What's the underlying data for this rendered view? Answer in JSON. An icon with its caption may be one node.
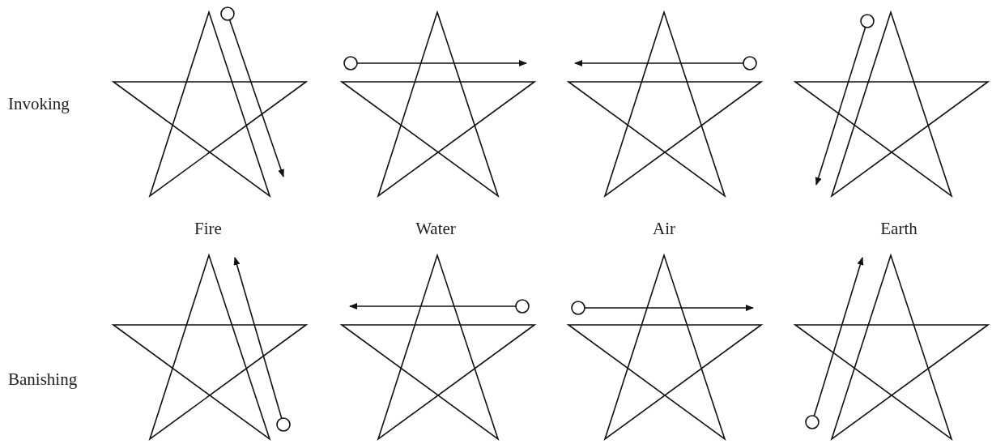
{
  "diagram": {
    "labels": [
      "Invoking",
      "Fire",
      "Water",
      "Air",
      "Earth",
      "Banishing"
    ]
  }
}
